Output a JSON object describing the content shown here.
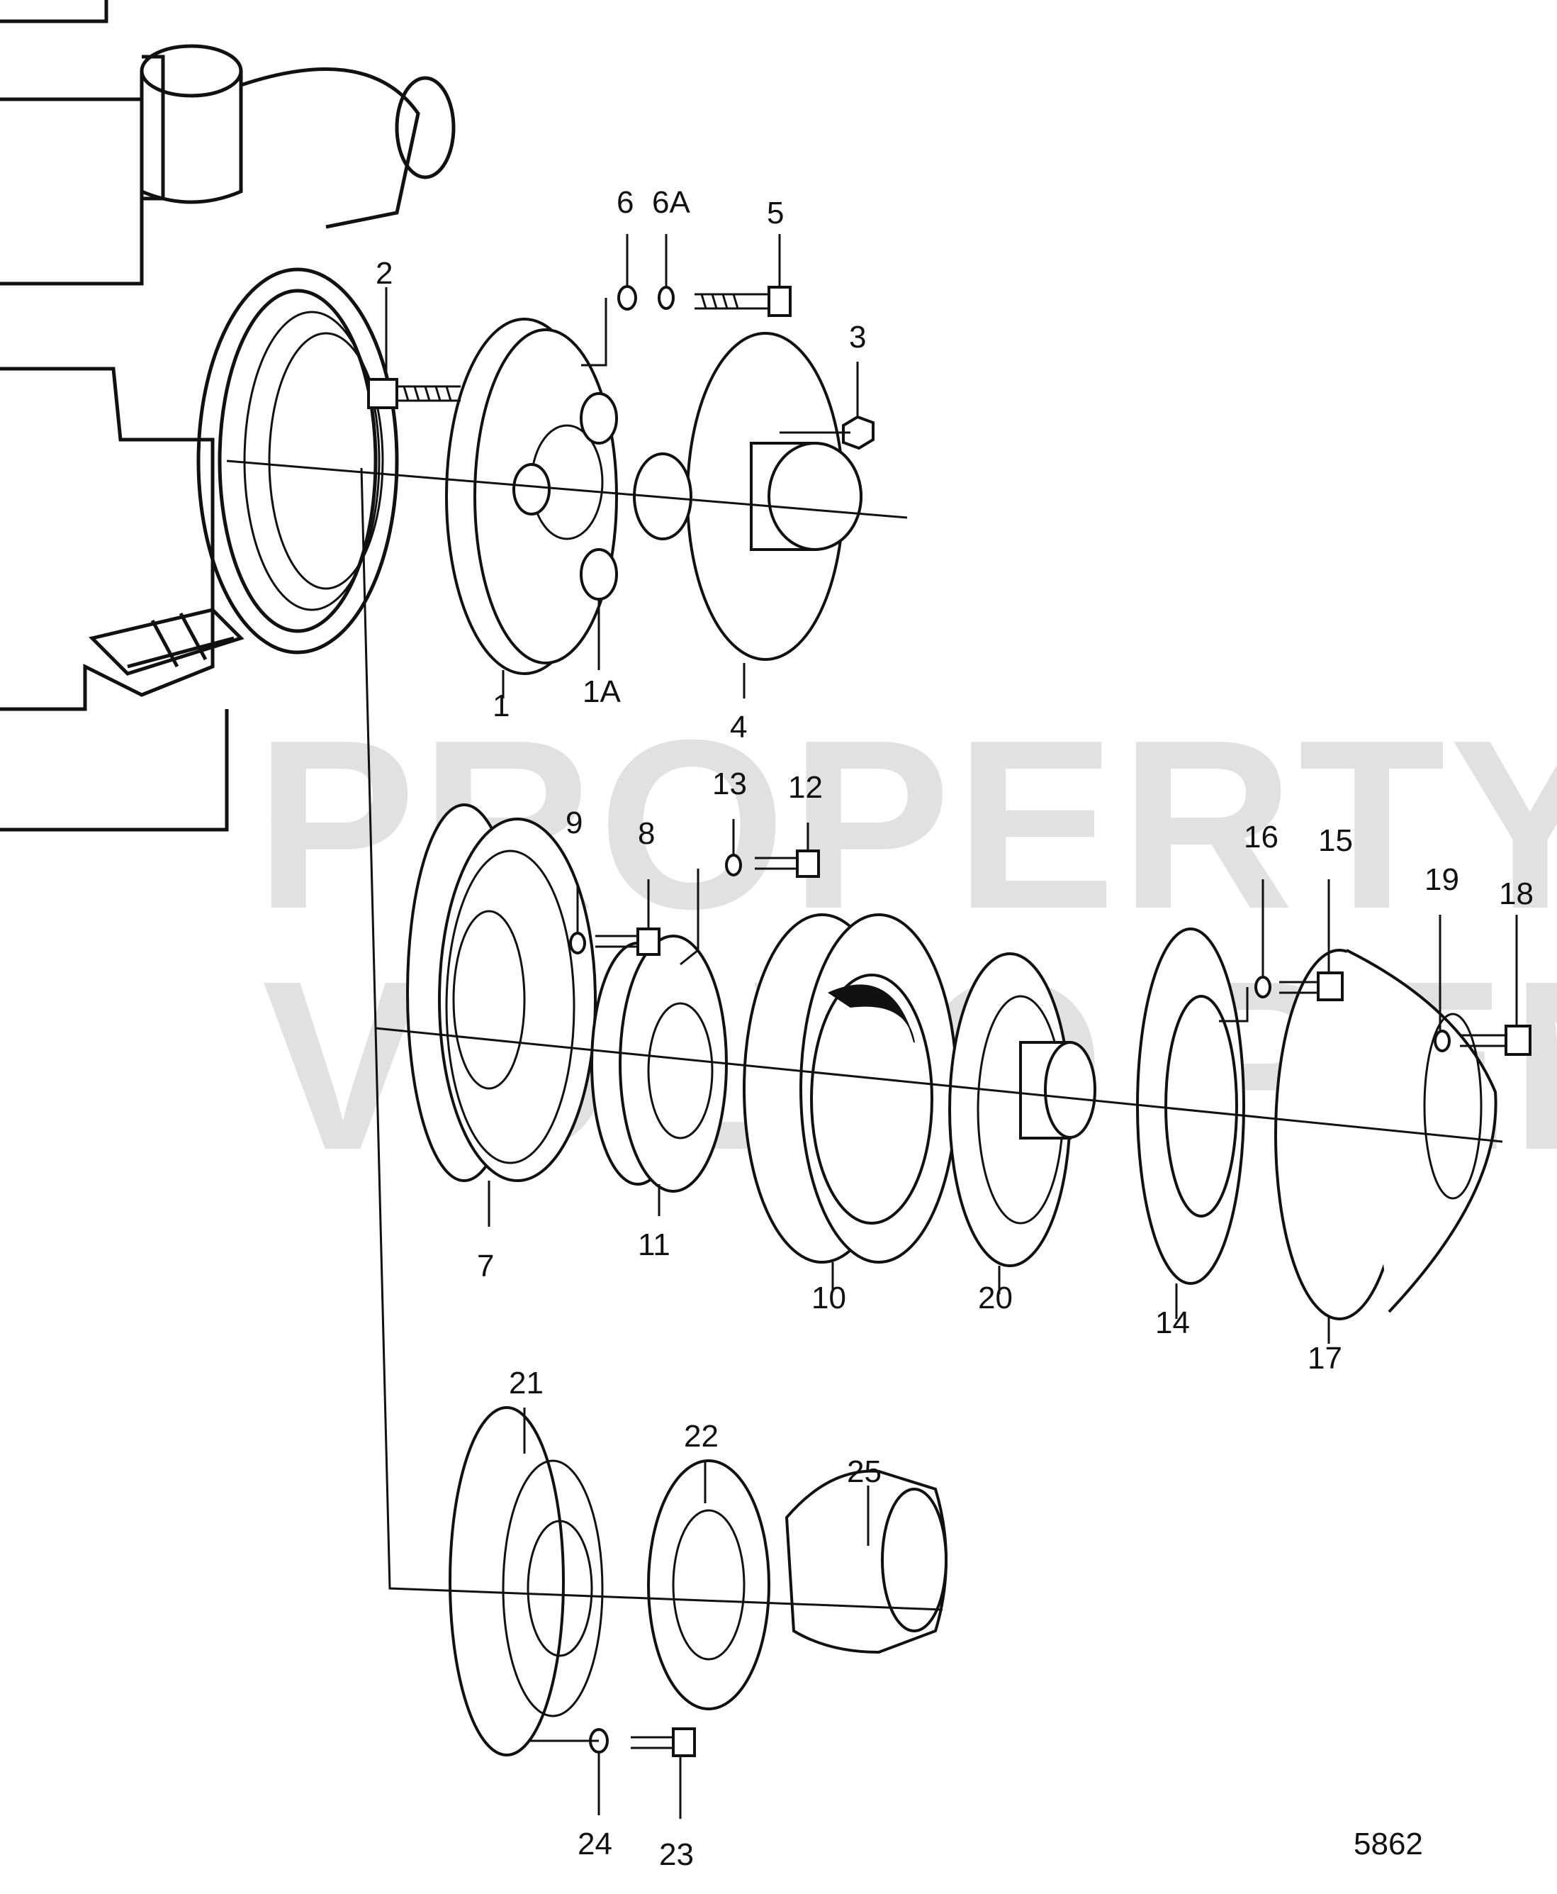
{
  "watermark": {
    "line1": "PROPERTY OF",
    "line2": "VOLVO PENTA"
  },
  "drawing_number": "5862",
  "callouts": {
    "c1": "1",
    "c1A": "1A",
    "c2": "2",
    "c3": "3",
    "c4": "4",
    "c5": "5",
    "c6": "6",
    "c6A": "6A",
    "c7": "7",
    "c8": "8",
    "c9": "9",
    "c10": "10",
    "c11": "11",
    "c12": "12",
    "c13": "13",
    "c14": "14",
    "c15": "15",
    "c16": "16",
    "c17": "17",
    "c18": "18",
    "c19": "19",
    "c20": "20",
    "c21": "21",
    "c22": "22",
    "c23": "23",
    "c24": "24",
    "c25": "25"
  }
}
